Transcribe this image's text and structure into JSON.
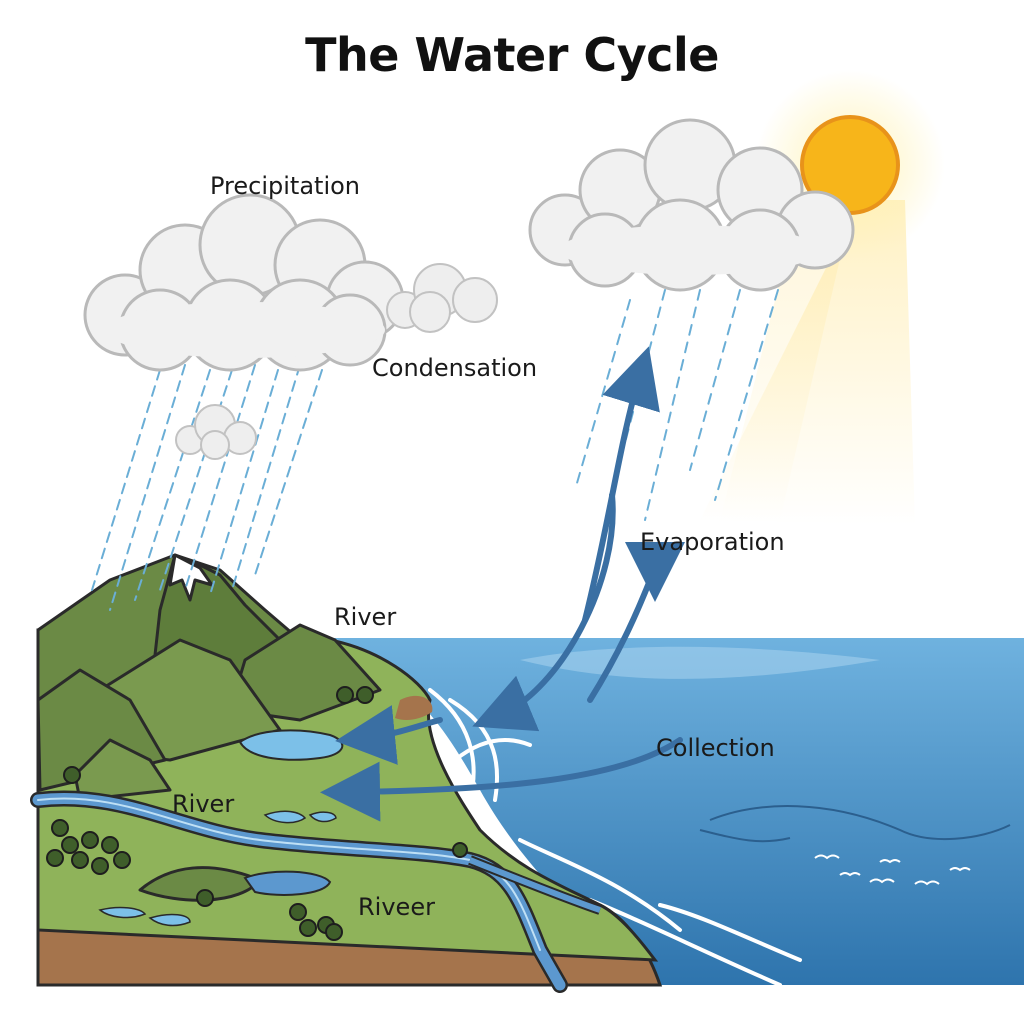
{
  "title": "The Water Cycle",
  "labels": {
    "precipitation": "Precipitation",
    "condensation": "Condensation",
    "evaporation": "Evaporation",
    "collection": "Collection",
    "river_top": "River",
    "river_mid": "River",
    "river_low": "Riveer"
  },
  "colors": {
    "sky": "#ffffff",
    "sea": "#3f86bf",
    "sea_light": "#8cc2e4",
    "land": "#8fb35a",
    "mountain": "#5e7d3b",
    "soil": "#a5744c",
    "river": "#5c98cf",
    "sun": "#f7b51a",
    "arrow": "#3a6fa3",
    "rain": "#6aaed6"
  }
}
